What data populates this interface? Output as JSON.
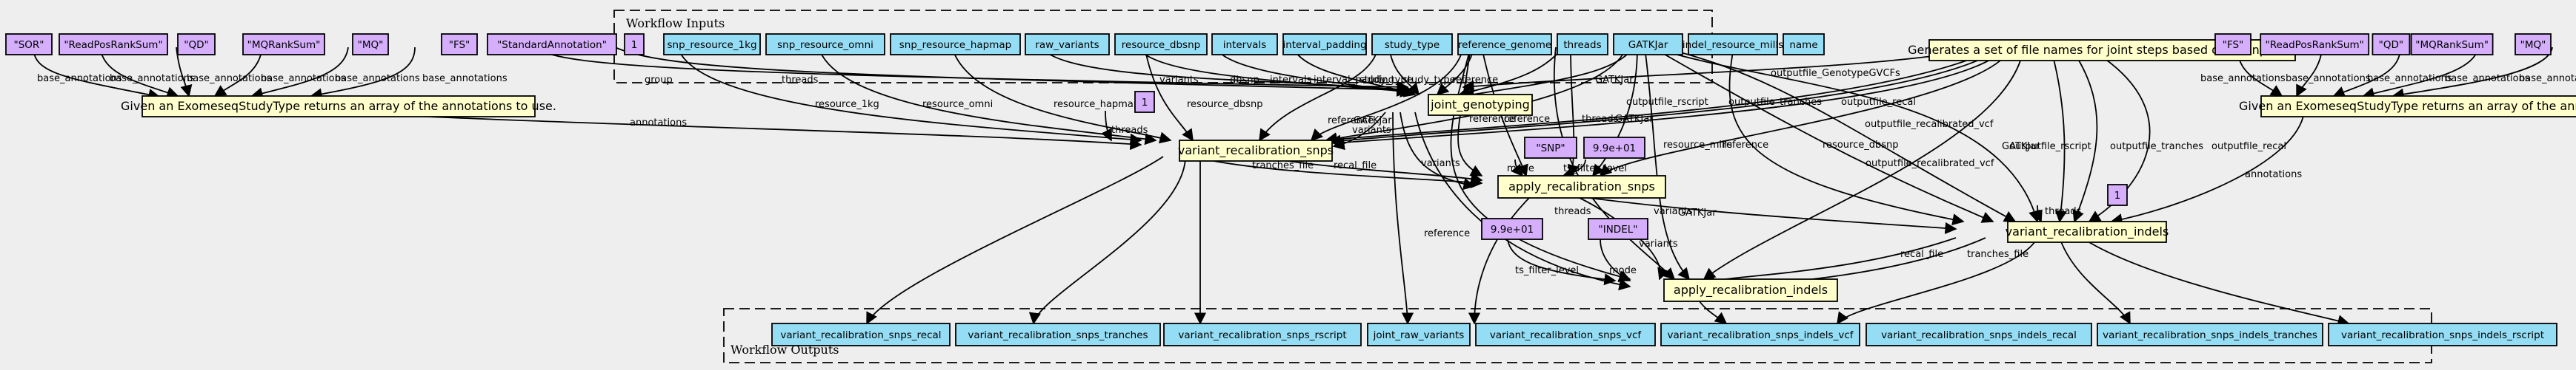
{
  "clusters": {
    "inputs": "Workflow Inputs",
    "outputs": "Workflow Outputs"
  },
  "inputs": [
    "snp_resource_1kg",
    "snp_resource_omni",
    "snp_resource_hapmap",
    "raw_variants",
    "resource_dbsnp",
    "intervals",
    "interval_padding",
    "study_type",
    "reference_genome",
    "threads",
    "GATKJar",
    "indel_resource_mills",
    "name"
  ],
  "outputs": [
    "variant_recalibration_snps_recal",
    "variant_recalibration_snps_tranches",
    "variant_recalibration_snps_rscript",
    "joint_raw_variants",
    "variant_recalibration_snps_vcf",
    "variant_recalibration_snps_indels_vcf",
    "variant_recalibration_snps_indels_recal",
    "variant_recalibration_snps_indels_tranches",
    "variant_recalibration_snps_indels_rscript"
  ],
  "steps": {
    "joint_genotyping": "joint_genotyping",
    "vr_snps": "variant_recalibration_snps",
    "apply_snps": "apply_recalibration_snps",
    "vr_indels": "variant_recalibration_indels",
    "apply_indels": "apply_recalibration_indels",
    "exome_left": "Given an ExomeseqStudyType returns an array of the annotations to use.",
    "exome_right": "Given an ExomeseqStudyType returns an array of the annotations to use.",
    "filenames": "Generates a set of file names for joint steps based on an input name"
  },
  "consts": {
    "sor": "\"SOR\"",
    "readpos_l": "\"ReadPosRankSum\"",
    "qd_l": "\"QD\"",
    "mq_ranksum_l": "\"MQRankSum\"",
    "mq_l": "\"MQ\"",
    "fs_l": "\"FS\"",
    "std_annot": "\"StandardAnnotation\"",
    "one_a": "1",
    "one_b": "1",
    "one_c": "1",
    "snp": "\"SNP\"",
    "e_snp": "9.9e+01",
    "e_indel": "9.9e+01",
    "indel": "\"INDEL\"",
    "fs_r": "\"FS\"",
    "readpos_r": "\"ReadPosRankSum\"",
    "qd_r": "\"QD\"",
    "mq_ranksum_r": "\"MQRankSum\"",
    "mq_r": "\"MQ\""
  },
  "edge_labels": {
    "base_annotations": "base_annotations",
    "group": "group",
    "threads": "threads",
    "resource_1kg": "resource_1kg",
    "resource_omni": "resource_omni",
    "resource_hapmap": "resource_hapmap",
    "resource_dbsnp": "resource_dbsnp",
    "variants": "variants",
    "dbsnp": "dbsnp",
    "intervals": "intervals",
    "interval_padding": "interval_padding",
    "study_type": "study_type",
    "reference": "reference",
    "GATKJar": "GATKJar",
    "annotations": "annotations",
    "outputfile_GenotypeGVCFs": "outputfile_GenotypeGVCFs",
    "outputfile_rscript": "outputfile_rscript",
    "outputfile_tranches": "outputfile_tranches",
    "outputfile_recal": "outputfile_recal",
    "outputfile_recalibrated_vcf": "outputfile_recalibrated_vcf",
    "resource_mills": "resource_mills",
    "tranches_file": "tranches_file",
    "recal_file": "recal_file",
    "mode": "mode",
    "ts_filter_level": "ts_filter_level"
  },
  "colors": {
    "input_fill": "#94ddf4",
    "output_fill": "#94ddf4",
    "step_fill": "#ffffcc",
    "const_fill": "#d5aefc",
    "background": "#eeeeee"
  }
}
